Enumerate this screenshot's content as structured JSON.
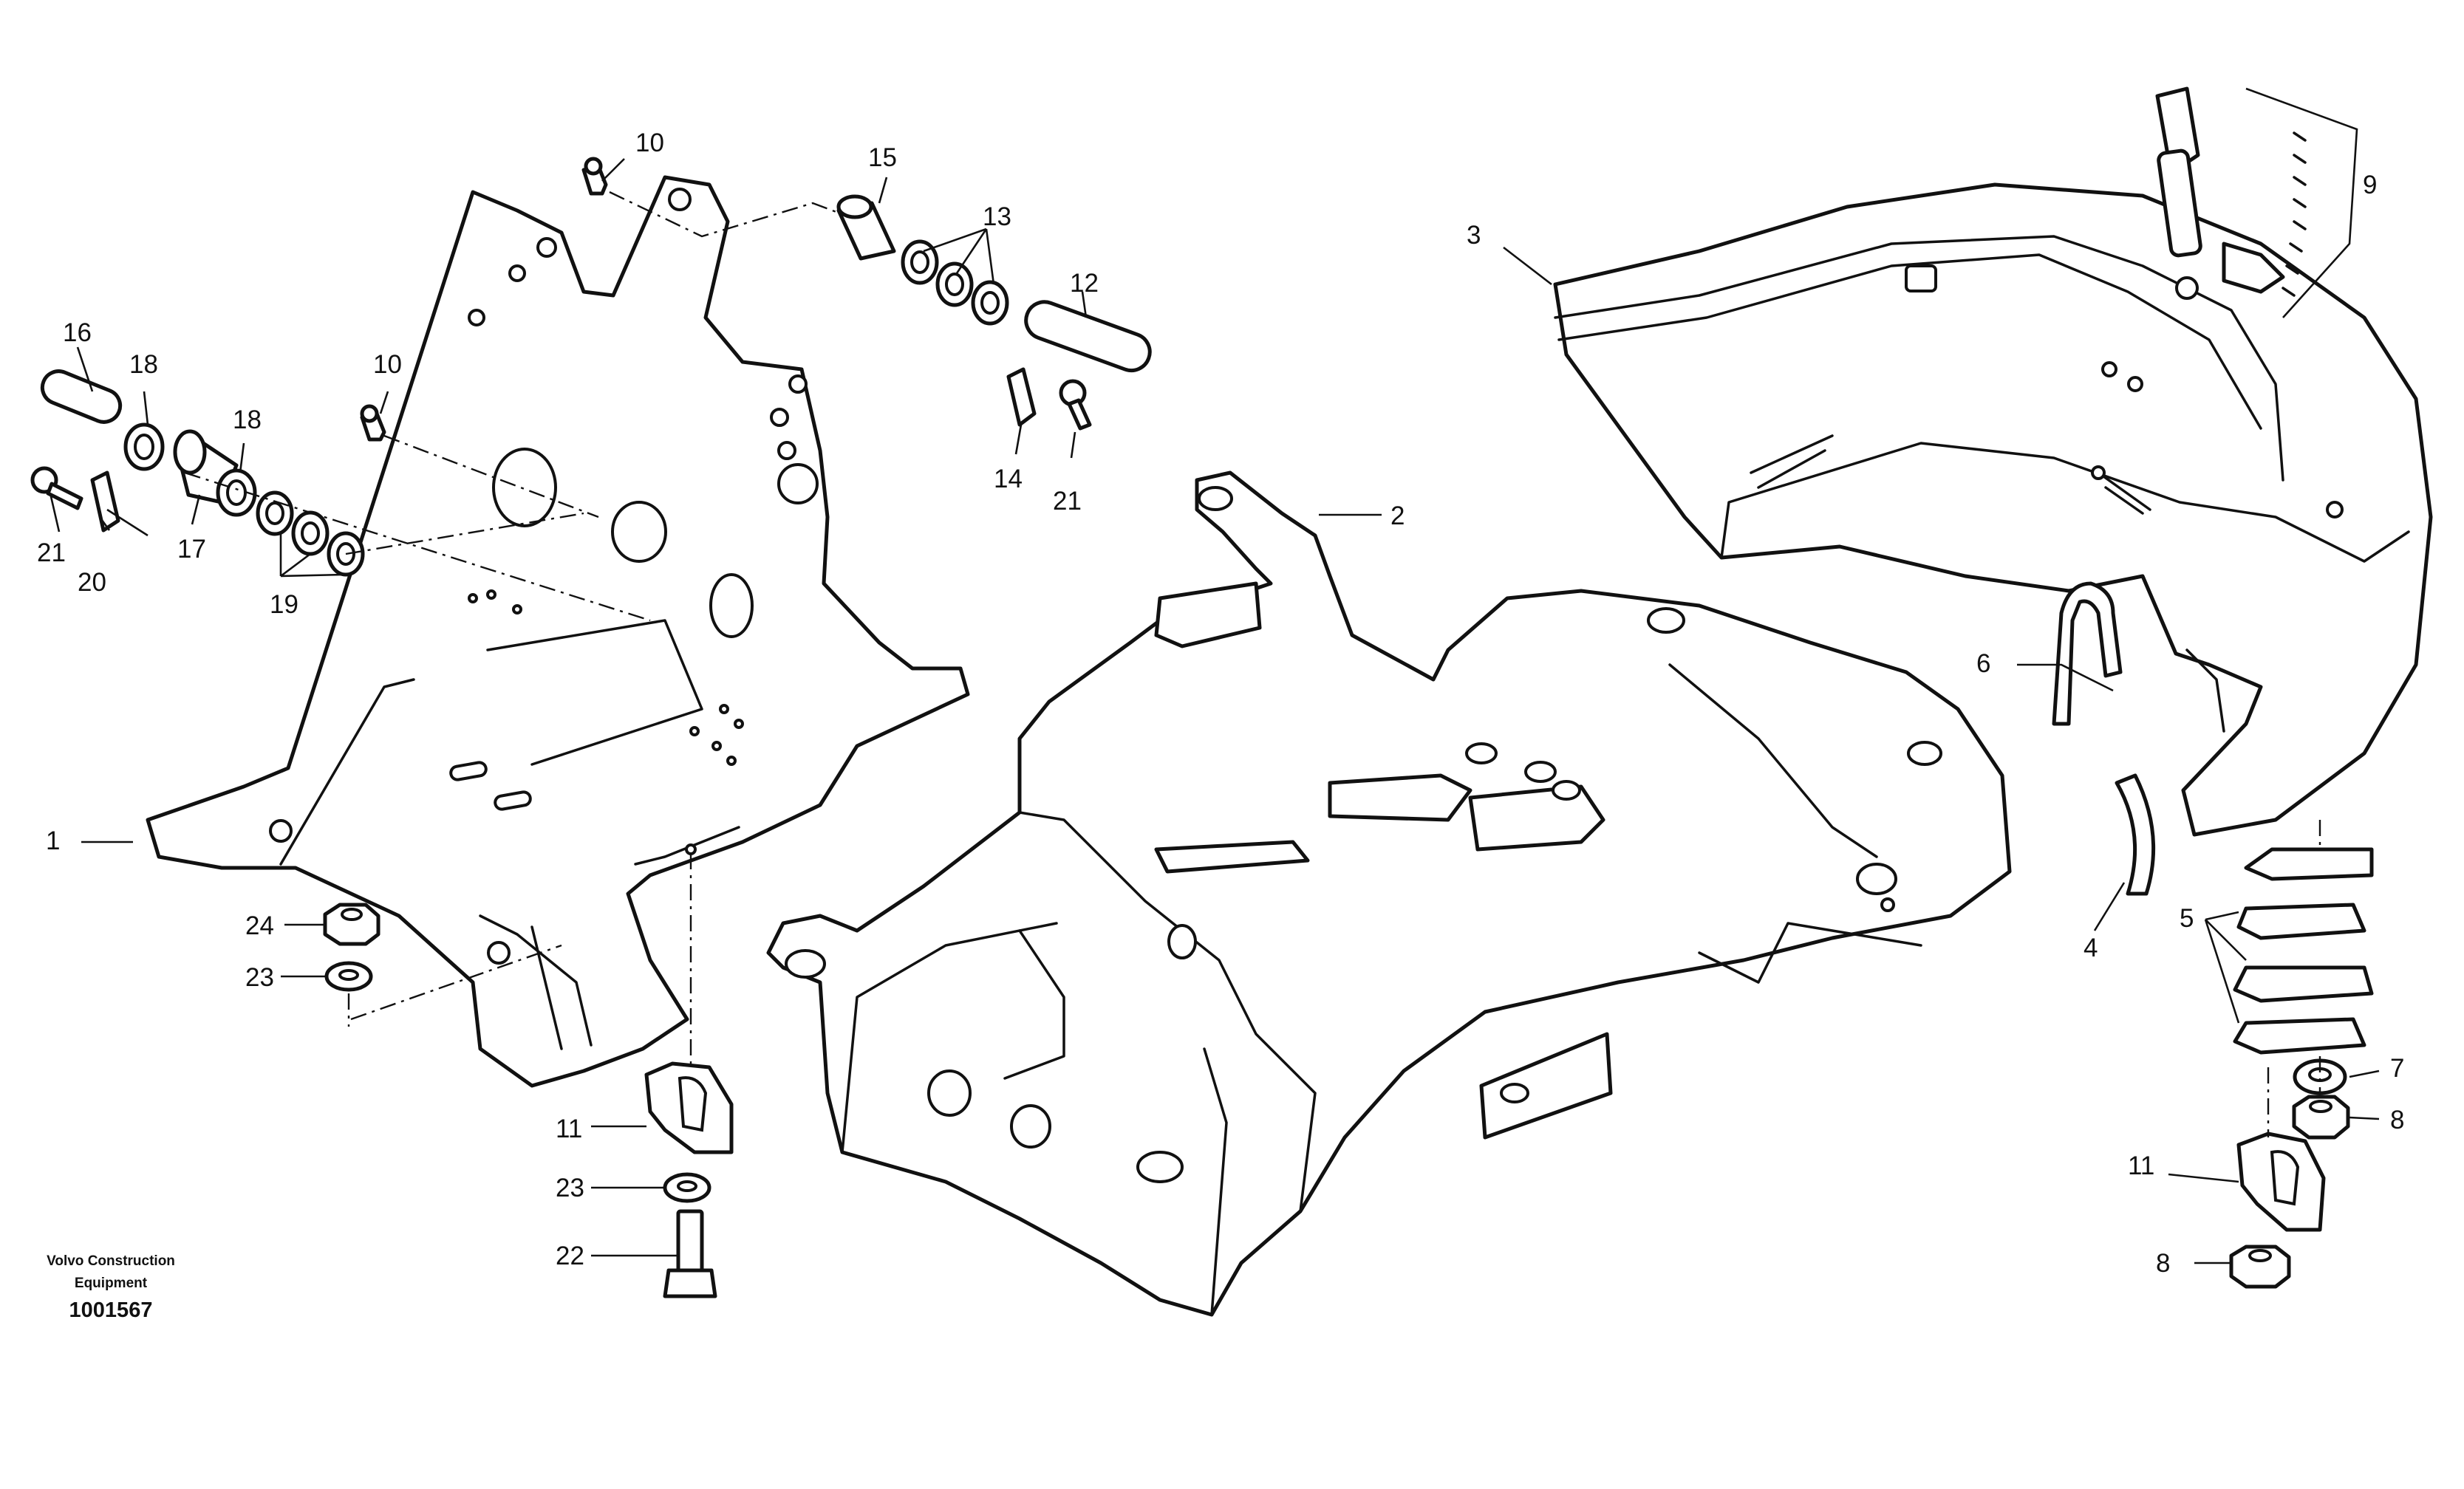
{
  "callouts": {
    "c1": "1",
    "c2": "2",
    "c3": "3",
    "c4": "4",
    "c5": "5",
    "c6": "6",
    "c7": "7",
    "c8a": "8",
    "c8b": "8",
    "c9": "9",
    "c10a": "10",
    "c10b": "10",
    "c11a": "11",
    "c11b": "11",
    "c12": "12",
    "c13": "13",
    "c14": "14",
    "c15": "15",
    "c16": "16",
    "c17": "17",
    "c18a": "18",
    "c18b": "18",
    "c19": "19",
    "c20": "20",
    "c21a": "21",
    "c21b": "21",
    "c22": "22",
    "c23a": "23",
    "c23b": "23",
    "c24": "24"
  },
  "stamp": {
    "maker_line1": "Volvo Construction",
    "maker_line2": "Equipment",
    "drawing_number": "1001567"
  }
}
